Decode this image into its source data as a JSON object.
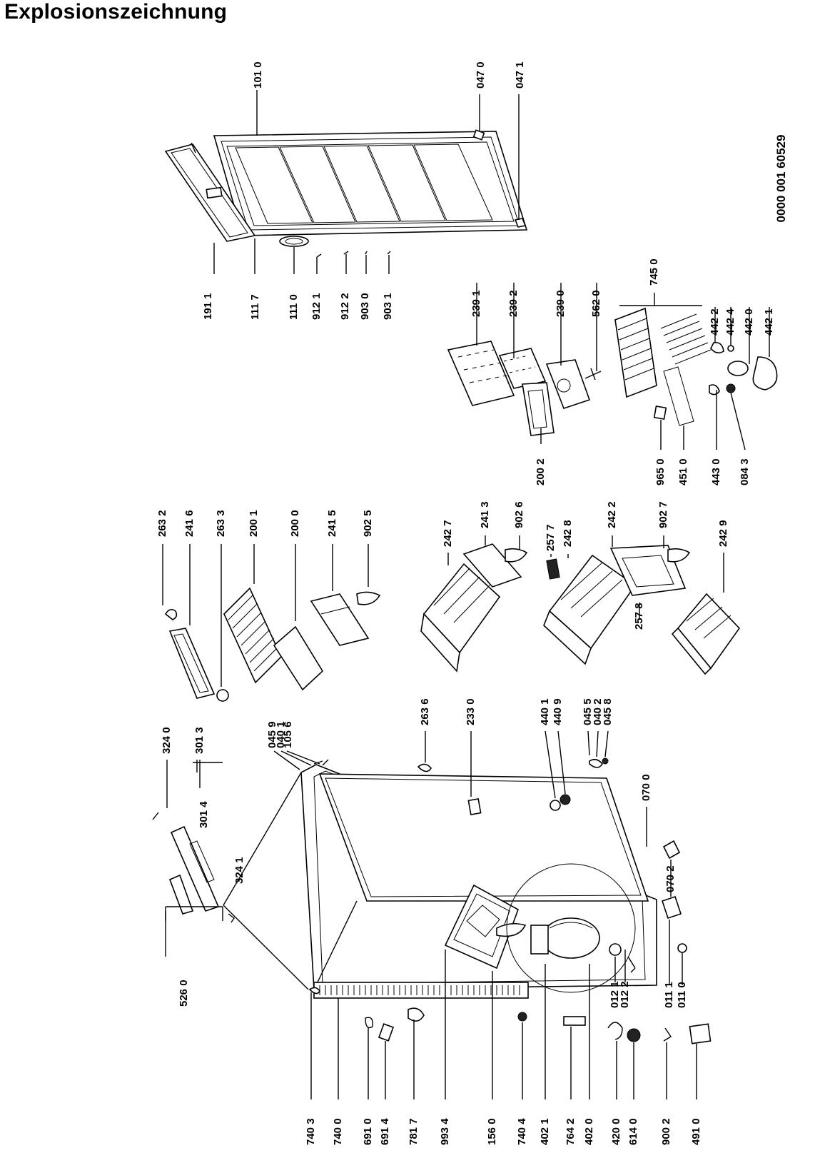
{
  "title": "Explosionszeichnung",
  "document_number": "0000 001 60529",
  "parts": [
    {
      "id": "p-1010",
      "label": "101 0"
    },
    {
      "id": "p-0470",
      "label": "047 0"
    },
    {
      "id": "p-0471",
      "label": "047 1"
    },
    {
      "id": "p-1911",
      "label": "191 1"
    },
    {
      "id": "p-1117",
      "label": "111 7"
    },
    {
      "id": "p-1110",
      "label": "111 0"
    },
    {
      "id": "p-9121",
      "label": "912 1"
    },
    {
      "id": "p-9122",
      "label": "912 2"
    },
    {
      "id": "p-9030",
      "label": "903 0"
    },
    {
      "id": "p-9031",
      "label": "903 1"
    },
    {
      "id": "p-2391",
      "label": "239 1"
    },
    {
      "id": "p-2392",
      "label": "239 2"
    },
    {
      "id": "p-2390",
      "label": "239 0"
    },
    {
      "id": "p-5620",
      "label": "562 0"
    },
    {
      "id": "p-7450",
      "label": "745 0"
    },
    {
      "id": "p-4422",
      "label": "442 2"
    },
    {
      "id": "p-4424",
      "label": "442 4"
    },
    {
      "id": "p-4420",
      "label": "442 0"
    },
    {
      "id": "p-4421",
      "label": "442 1"
    },
    {
      "id": "p-2002",
      "label": "200 2"
    },
    {
      "id": "p-9650",
      "label": "965 0"
    },
    {
      "id": "p-4510",
      "label": "451 0"
    },
    {
      "id": "p-4430",
      "label": "443 0"
    },
    {
      "id": "p-0843",
      "label": "084 3"
    },
    {
      "id": "p-2632",
      "label": "263 2"
    },
    {
      "id": "p-2416",
      "label": "241 6"
    },
    {
      "id": "p-2633",
      "label": "263 3"
    },
    {
      "id": "p-2001",
      "label": "200 1"
    },
    {
      "id": "p-2000",
      "label": "200 0"
    },
    {
      "id": "p-2415",
      "label": "241 5"
    },
    {
      "id": "p-9025",
      "label": "902 5"
    },
    {
      "id": "p-2427",
      "label": "242 7"
    },
    {
      "id": "p-2413",
      "label": "241 3"
    },
    {
      "id": "p-9026",
      "label": "902 6"
    },
    {
      "id": "p-2577",
      "label": "257 7"
    },
    {
      "id": "p-2428",
      "label": "242 8"
    },
    {
      "id": "p-2422",
      "label": "242 2"
    },
    {
      "id": "p-9027",
      "label": "902 7"
    },
    {
      "id": "p-2429",
      "label": "242 9"
    },
    {
      "id": "p-2578",
      "label": "257 8"
    },
    {
      "id": "p-3240",
      "label": "324 0"
    },
    {
      "id": "p-3013",
      "label": "301 3"
    },
    {
      "id": "p-3014",
      "label": "301 4"
    },
    {
      "id": "p-3241",
      "label": "324 1"
    },
    {
      "id": "p-5260",
      "label": "526 0"
    },
    {
      "id": "p-0459",
      "label": "045 9"
    },
    {
      "id": "p-0401",
      "label": "040 1"
    },
    {
      "id": "p-1056",
      "label": "105 6"
    },
    {
      "id": "p-2636",
      "label": "263 6"
    },
    {
      "id": "p-2330",
      "label": "233 0"
    },
    {
      "id": "p-4401",
      "label": "440 1"
    },
    {
      "id": "p-4409",
      "label": "440 9"
    },
    {
      "id": "p-0455",
      "label": "045 5"
    },
    {
      "id": "p-0402",
      "label": "040 2"
    },
    {
      "id": "p-0458",
      "label": "045 8"
    },
    {
      "id": "p-0700",
      "label": "070 0"
    },
    {
      "id": "p-0702",
      "label": "070 2"
    },
    {
      "id": "p-0121",
      "label": "012 1"
    },
    {
      "id": "p-0122",
      "label": "012 2"
    },
    {
      "id": "p-0111",
      "label": "011 1"
    },
    {
      "id": "p-0110",
      "label": "011 0"
    },
    {
      "id": "p-7403",
      "label": "740 3"
    },
    {
      "id": "p-7400",
      "label": "740 0"
    },
    {
      "id": "p-6910",
      "label": "691 0"
    },
    {
      "id": "p-6914",
      "label": "691 4"
    },
    {
      "id": "p-7817",
      "label": "781 7"
    },
    {
      "id": "p-9934",
      "label": "993 4"
    },
    {
      "id": "p-1560",
      "label": "156 0"
    },
    {
      "id": "p-7404",
      "label": "740 4"
    },
    {
      "id": "p-4021",
      "label": "402 1"
    },
    {
      "id": "p-7642",
      "label": "764 2"
    },
    {
      "id": "p-4020",
      "label": "402 0"
    },
    {
      "id": "p-4200",
      "label": "420 0"
    },
    {
      "id": "p-6140",
      "label": "614 0"
    },
    {
      "id": "p-9002",
      "label": "900 2"
    },
    {
      "id": "p-4910",
      "label": "491 0"
    }
  ]
}
